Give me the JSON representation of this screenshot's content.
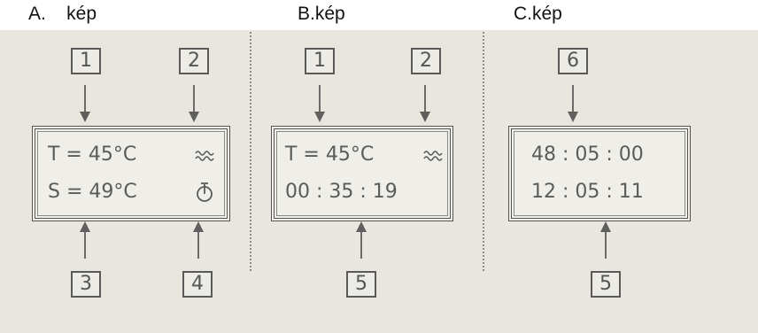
{
  "captions": [
    "A.    kép",
    "B.kép",
    "C.kép"
  ],
  "panel_a": {
    "callouts_top": [
      "1",
      "2"
    ],
    "callouts_bottom": [
      "3",
      "4"
    ],
    "display_line_1": "T = 45°C",
    "display_line_2": "S = 49°C",
    "icons": [
      "wave-heater-icon",
      "clock-icon"
    ]
  },
  "panel_b": {
    "callouts_top": [
      "1",
      "2"
    ],
    "callouts_bottom": [
      "5"
    ],
    "display_line_1": "T = 45°C",
    "display_line_2": "00 : 35 : 19",
    "icons": [
      "wave-heater-icon"
    ]
  },
  "panel_c": {
    "callouts_top": [
      "6"
    ],
    "callouts_bottom": [
      "5"
    ],
    "display_line_1": "48 : 05 : 00",
    "display_line_2": "12 : 05 : 11"
  }
}
